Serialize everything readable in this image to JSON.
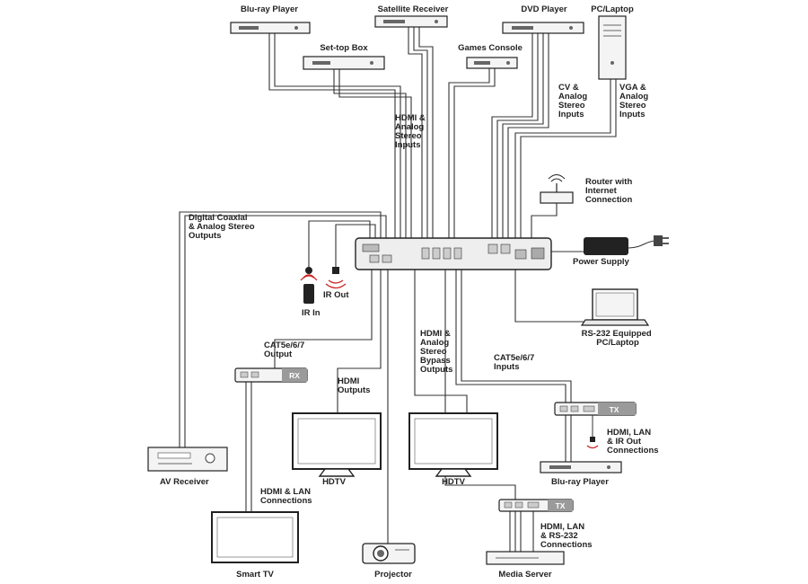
{
  "labels": {
    "bluray_top": "Blu-ray Player",
    "satellite": "Satellite Receiver",
    "dvd": "DVD Player",
    "pc": "PC/Laptop",
    "settop": "Set-top Box",
    "games": "Games Console",
    "hdmi_inputs": [
      "HDMI &",
      "Analog",
      "Stereo",
      "Inputs"
    ],
    "cv_inputs": [
      "CV &",
      "Analog",
      "Stereo",
      "Inputs"
    ],
    "vga_inputs": [
      "VGA &",
      "Analog",
      "Stereo",
      "Inputs"
    ],
    "router": [
      "Router with",
      "Internet",
      "Connection"
    ],
    "digital_outputs": [
      "Digital Coaxial",
      "& Analog Stereo",
      "Outputs"
    ],
    "power": "Power Supply",
    "ir_in": "IR In",
    "ir_out": "IR Out",
    "rs232_pc": [
      "RS-232 Equipped",
      "PC/Laptop"
    ],
    "cat_output": [
      "CAT5e/6/7",
      "Output"
    ],
    "rx_badge": "RX",
    "hdmi_outputs": [
      "HDMI",
      "Outputs"
    ],
    "bypass_outputs": [
      "HDMI &",
      "Analog",
      "Stereo",
      "Bypass",
      "Outputs"
    ],
    "cat_inputs": [
      "CAT5e/6/7",
      "Inputs"
    ],
    "tx_badge": "TX",
    "hdmi_lan_ir": [
      "HDMI, LAN",
      "& IR Out",
      "Connections"
    ],
    "hdtv1": "HDTV",
    "hdtv2": "HDTV",
    "bluray_bottom": "Blu-ray Player",
    "av_receiver": "AV Receiver",
    "hdmi_lan": [
      "HDMI & LAN",
      "Connections"
    ],
    "hdmi_lan_rs232": [
      "HDMI, LAN",
      "& RS-232",
      "Connections"
    ],
    "smart_tv": "Smart TV",
    "projector": "Projector",
    "media_server": "Media Server",
    "tx_badge2": "TX"
  },
  "colors": {
    "line": "#333333",
    "device_fill": "#f4f4f4",
    "badge": "#9a9a9a",
    "ir_red": "#cc2222"
  }
}
